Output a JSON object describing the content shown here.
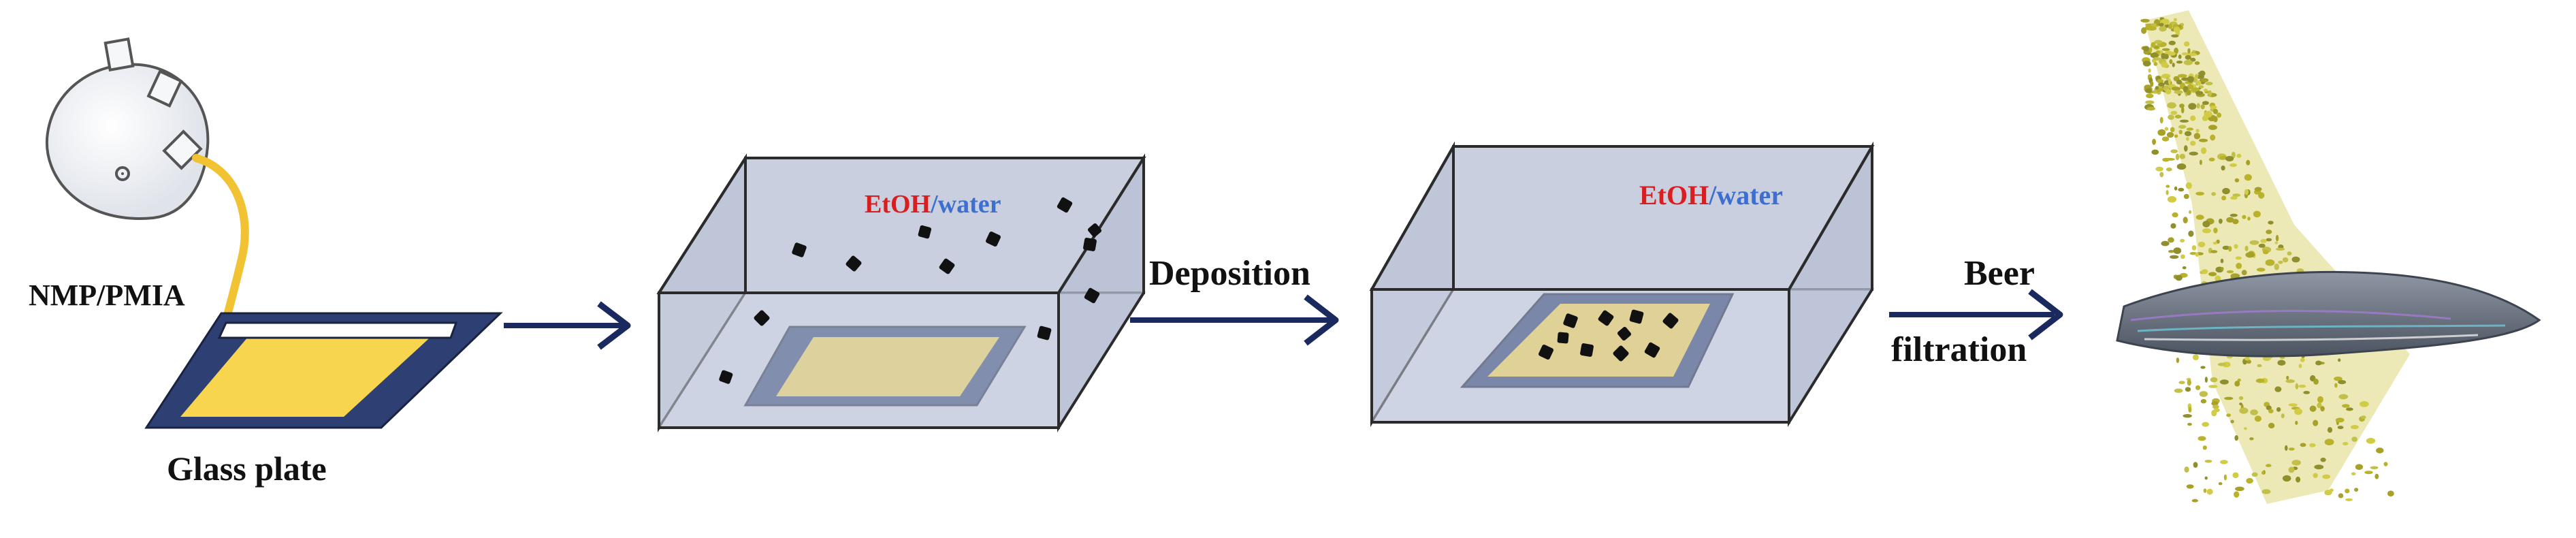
{
  "labels": {
    "solvent_flask": "NMP/PMIA",
    "glass_plate": "Glass plate",
    "deposition": "Deposition",
    "beer_line1": "Beer",
    "beer_line2": "filtration"
  },
  "bath_1": {
    "etoh": "EtOH",
    "slash_water": "/water"
  },
  "bath_2": {
    "etoh": "EtOH",
    "slash_water": "/water"
  },
  "icons": {
    "flask": "round-bottom-flask-icon",
    "arrow": "right-arrow-icon",
    "particle": "black-particle-icon",
    "membrane": "membrane-material-icon"
  },
  "colors": {
    "arrow": "#1b2a5e",
    "plate_frame": "#2d3f73",
    "plate_fill": "#f7d54e",
    "bath_fill": "#c9cfdf",
    "bath_edge": "#2b2b2b",
    "etoh": "#d81e1e",
    "water": "#3b6fd0",
    "particle": "#111111",
    "tube": "#f1c232",
    "membrane_yellow": "#c8c030",
    "membrane_gray": "#6f7682"
  }
}
